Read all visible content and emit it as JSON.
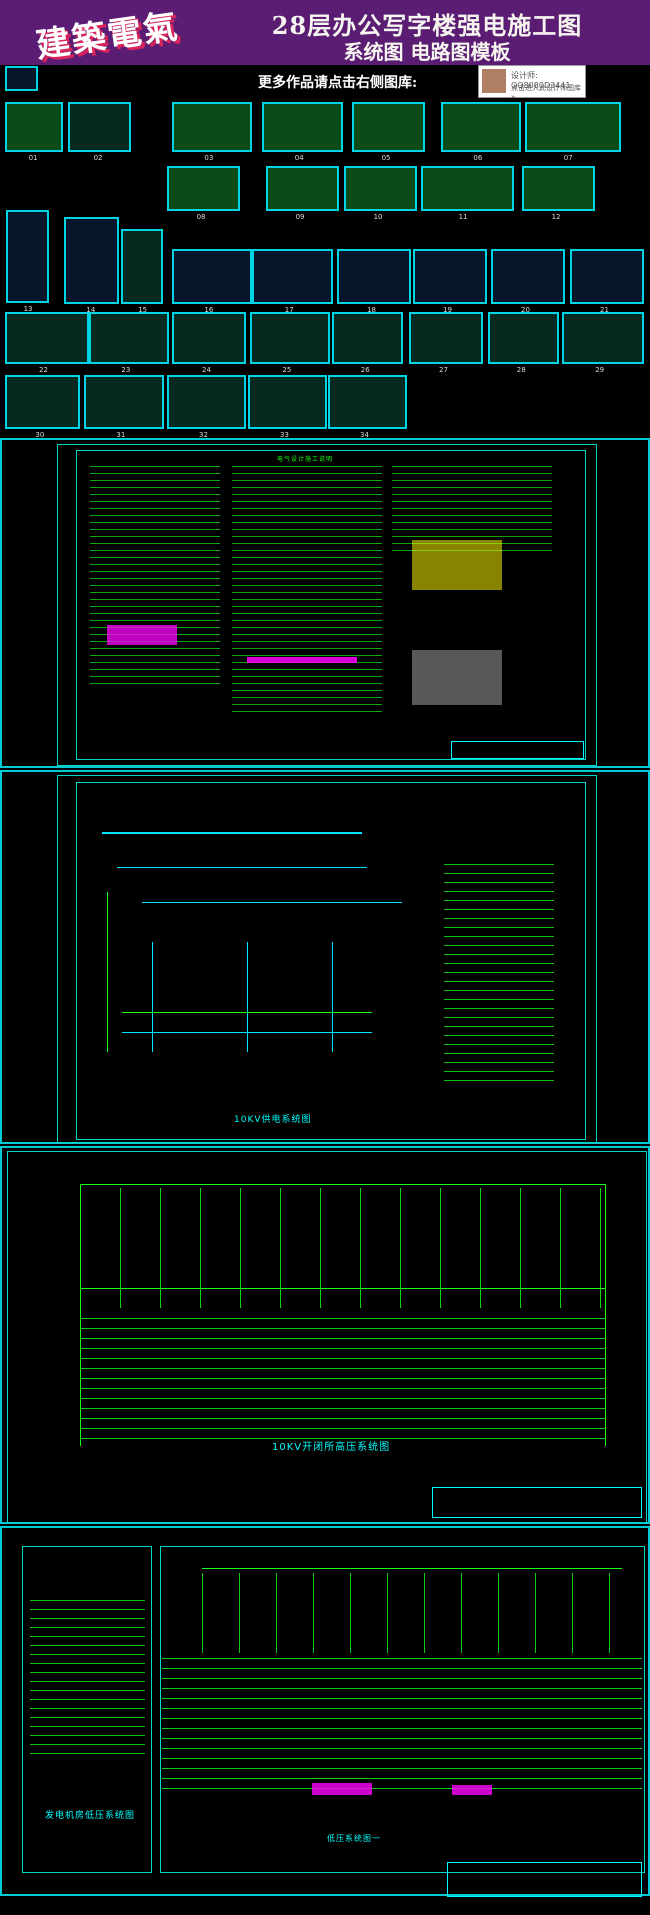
{
  "header": {
    "logo_text": "建築電氣",
    "title": "28层办公写字楼强电施工图",
    "subtitle": "系统图 电路图模板",
    "promo_text": "更多作品请点击右侧图库:",
    "designer_id": "设计师: QQ8080D3441",
    "designer_link": "点击进入此设计师图库 »",
    "brand_color": "#5b1d73"
  },
  "thumbnail_labels": [
    "01",
    "02",
    "03",
    "04",
    "05",
    "06",
    "07",
    "08",
    "09",
    "10",
    "11",
    "12",
    "13",
    "14",
    "15",
    "16",
    "17",
    "18",
    "19",
    "20",
    "21",
    "22",
    "23",
    "24",
    "25",
    "26",
    "27",
    "28",
    "29",
    "30",
    "31",
    "32",
    "33",
    "34"
  ],
  "sheet_titles": {
    "general_notes": "电气设计施工说明",
    "hv_system": "10KV供电系统图",
    "switchgear": "10KV开闭所高压系统图",
    "generator": "发电机房低压系统图",
    "low_voltage": "低压系统图一"
  }
}
